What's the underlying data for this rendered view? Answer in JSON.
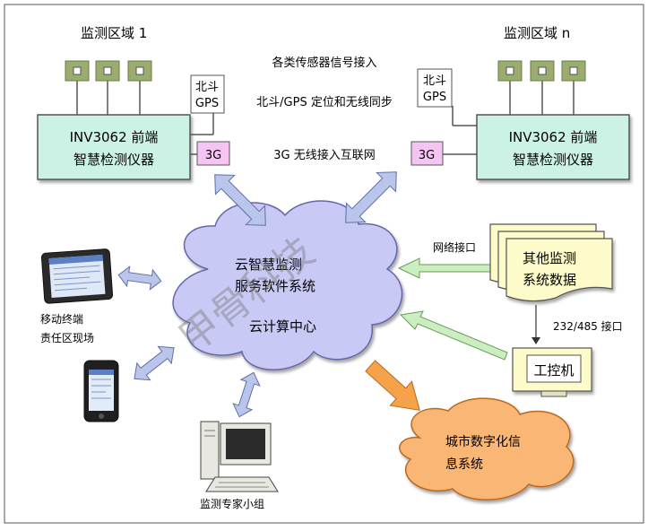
{
  "zone_left": {
    "title": "监测区域 1",
    "device_line1": "INV3062 前端",
    "device_line2": "智慧检测仪器",
    "gps_line1": "北斗",
    "gps_line2": "GPS",
    "net_label": "3G"
  },
  "zone_right": {
    "title": "监测区域 n",
    "device_line1": "INV3062 前端",
    "device_line2": "智慧检测仪器",
    "gps_line1": "北斗",
    "gps_line2": "GPS",
    "net_label": "3G"
  },
  "captions": {
    "sensors": "各类传感器信号接入",
    "positioning": "北斗/GPS 定位和无线同步",
    "wireless": "3G 无线接入互联网"
  },
  "cloud": {
    "line1": "云智慧监测",
    "line2": "服务软件系统",
    "line3": "云计算中心"
  },
  "watermark": "甲骨科技",
  "mobile": {
    "line1": "移动终端",
    "line2": "责任区现场"
  },
  "experts": {
    "label": "监测专家小组"
  },
  "other_systems": {
    "line1": "其他监测",
    "line2": "系统数据",
    "network_label": "网络接口",
    "serial_label": "232/485 接口"
  },
  "ipc": {
    "label": "工控机"
  },
  "city": {
    "line1": "城市数字化信",
    "line2": "息系统"
  },
  "colors": {
    "device_fill": "#ccf2e6",
    "net_fill": "#f6c4f2",
    "cloud_fill": "#c9c9f5",
    "city_fill": "#f9b674",
    "doc_fill": "#fcfbc9",
    "arrow_blue": "#b9c5ea",
    "arrow_green": "#cbeec0",
    "arrow_orange": "#f5a24a"
  }
}
